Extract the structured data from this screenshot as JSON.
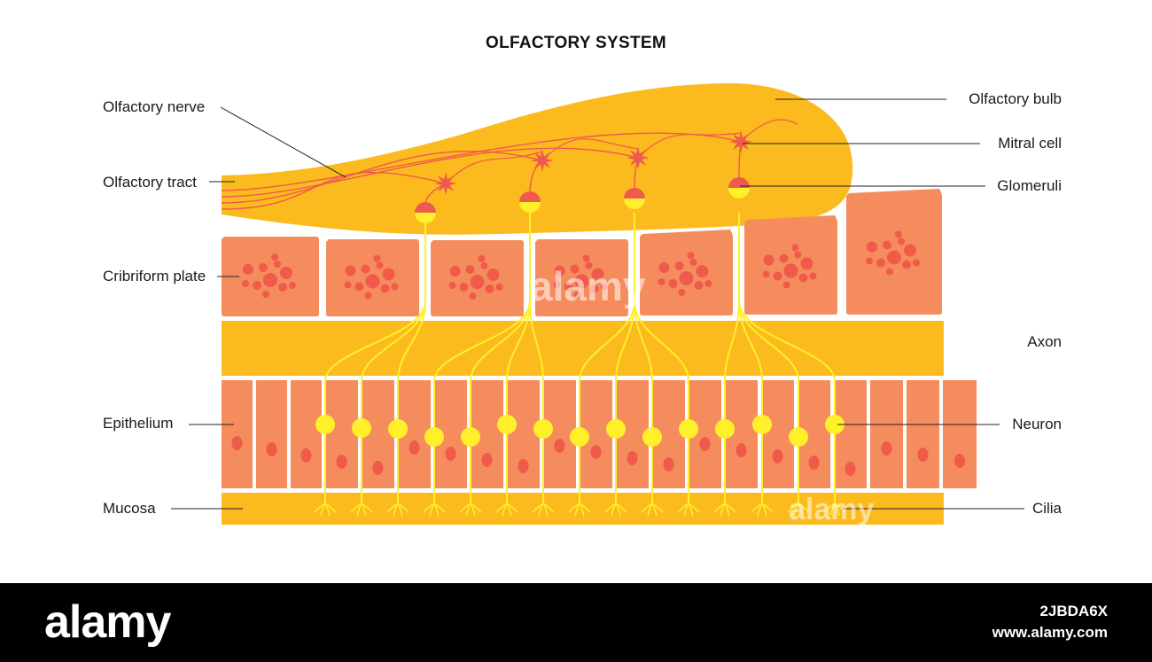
{
  "title": "OLFACTORY SYSTEM",
  "labels": {
    "olfactory_nerve": "Olfactory nerve",
    "olfactory_tract": "Olfactory tract",
    "cribriform_plate": "Cribriform plate",
    "epithelium": "Epithelium",
    "mucosa": "Mucosa",
    "olfactory_bulb": "Olfactory bulb",
    "mitral_cell": "Mitral cell",
    "glomeruli": "Glomeruli",
    "axon": "Axon",
    "neuron": "Neuron",
    "cilia": "Cilia"
  },
  "colors": {
    "bulb": "#FBBB1E",
    "tissue": "#F58C5E",
    "cell_nucleus": "#F05A4A",
    "neuron_yellow": "#FFF02A",
    "nerve_line": "#EF5A4E",
    "leader_line": "#222222"
  },
  "footer": {
    "brand": "alamy",
    "image_code": "2JBDA6X",
    "url": "www.alamy.com"
  },
  "watermark": "alamy"
}
